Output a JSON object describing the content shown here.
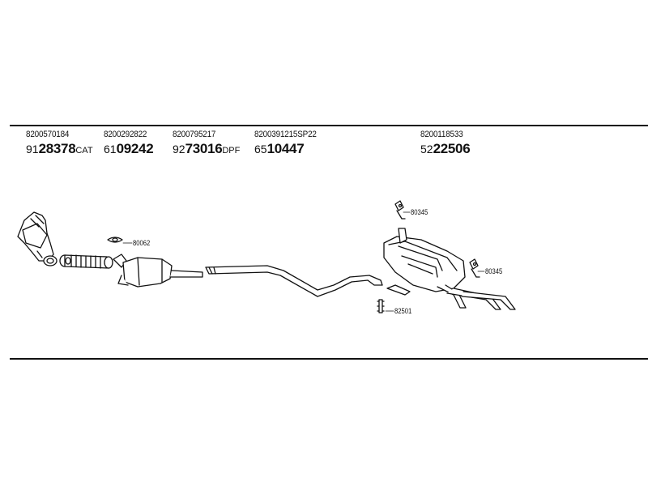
{
  "parts": [
    {
      "oem": "8200570184",
      "prefix": "91",
      "main": "28378",
      "suffix": "CAT"
    },
    {
      "oem": "8200292822",
      "prefix": "61",
      "main": "09242",
      "suffix": ""
    },
    {
      "oem": "8200795217",
      "prefix": "92",
      "main": "73016",
      "suffix": "DPF"
    },
    {
      "oem": "8200391215SP22",
      "prefix": "65",
      "main": "10447",
      "suffix": ""
    },
    {
      "oem": "8200118533",
      "prefix": "52",
      "main": "22506",
      "suffix": ""
    }
  ],
  "callouts": {
    "gasket": "80062",
    "hanger_top": "80345",
    "hanger_right": "80345",
    "clamp": "82501"
  }
}
